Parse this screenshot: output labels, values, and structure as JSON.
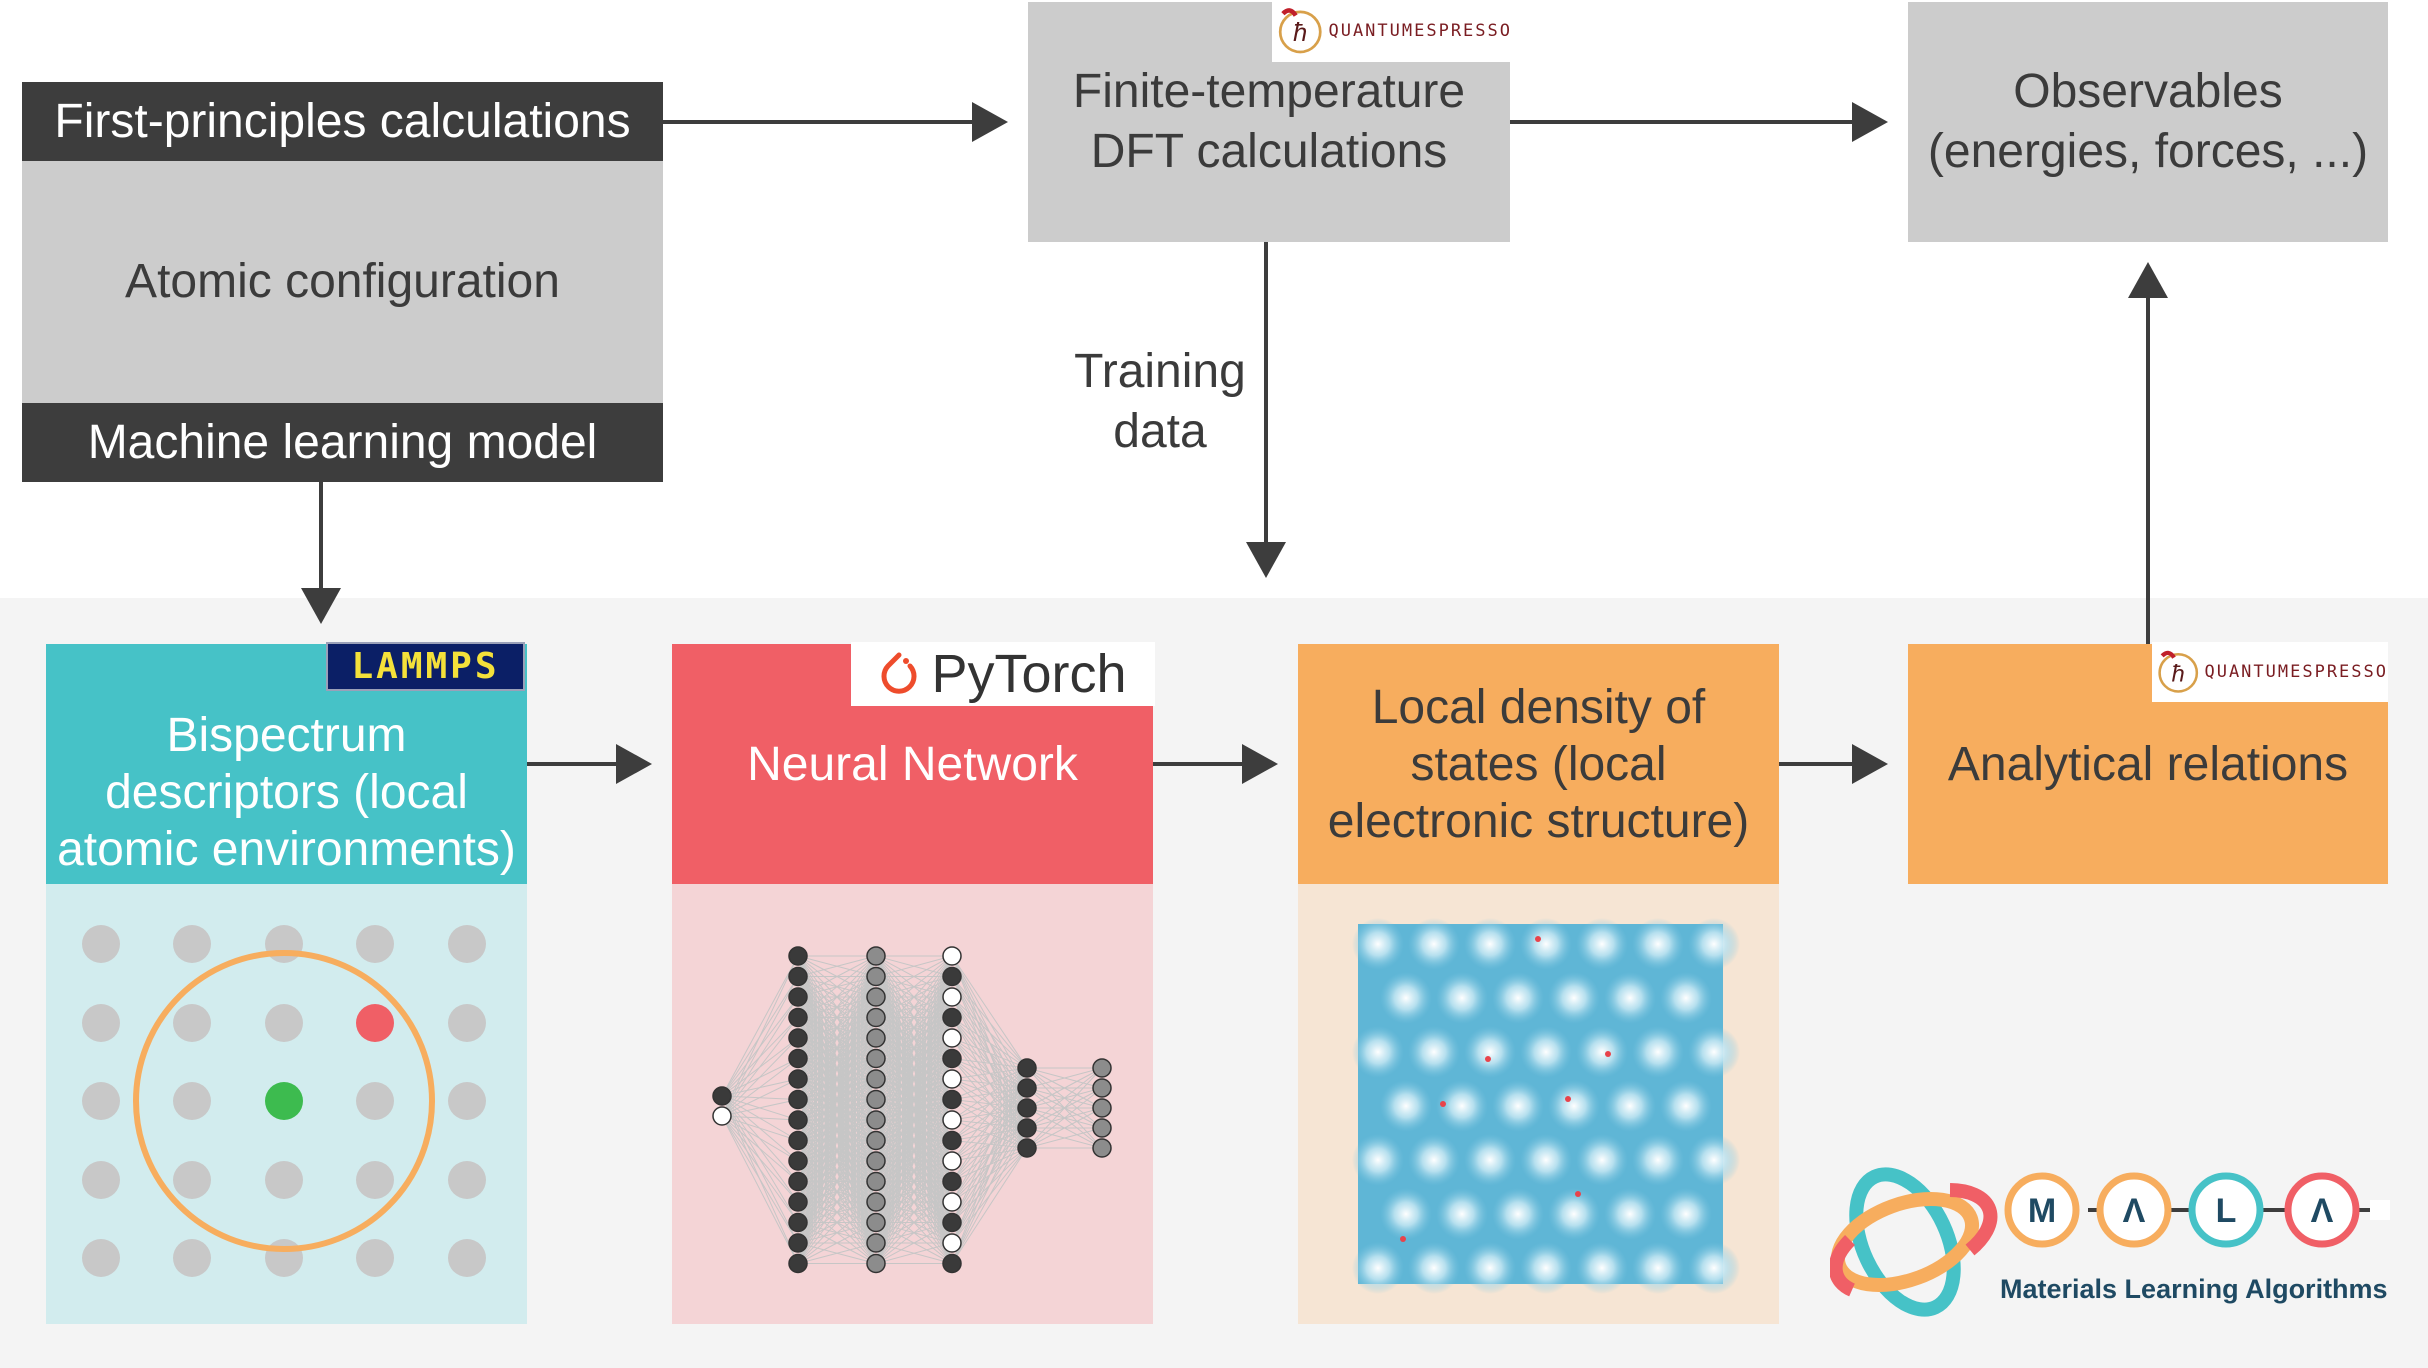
{
  "top": {
    "first_principles": "First-principles calculations",
    "atomic_configuration": "Atomic configuration",
    "ml_model": "Machine learning model",
    "dft_line1": "Finite-temperature",
    "dft_line2": "DFT calculations",
    "observables_line1": "Observables",
    "observables_line2": "(energies, forces, ...)",
    "training_line1": "Training",
    "training_line2": "data"
  },
  "cards": {
    "bispectrum_line1": "Bispectrum",
    "bispectrum_line2": "descriptors (local",
    "bispectrum_line3": "atomic environments)",
    "neural_network": "Neural Network",
    "ldos_line1": "Local density of",
    "ldos_line2": "states (local",
    "ldos_line3": "electronic structure)",
    "analytical": "Analytical relations"
  },
  "logos": {
    "quantum_espresso_text": "QUANTUMESPRESSO",
    "lammps_text": "LAMMPS",
    "pytorch_text": "PyTorch",
    "mala_letters": [
      "M",
      "Λ",
      "L",
      "Λ"
    ],
    "mala_tagline": "Materials Learning Algorithms"
  },
  "colors": {
    "dark": "#3d3d3d",
    "grey_box": "#cccccc",
    "teal": "#46c2c7",
    "red": "#f05f66",
    "orange": "#f7ad5e",
    "arrow": "#3d3d3d"
  }
}
